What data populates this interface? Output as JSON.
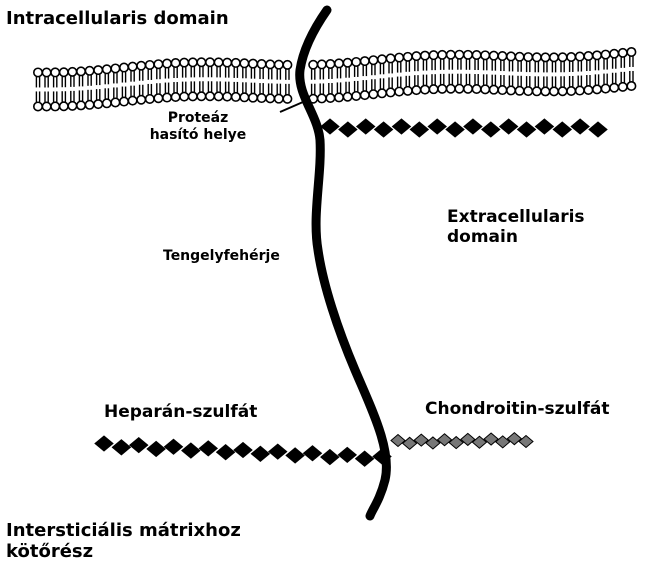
{
  "labels": {
    "intracellular_domain": "Intracellularis domain",
    "protease_site_line1": "Proteáz",
    "protease_site_line2": "hasító helye",
    "extracellular_domain_line1": "Extracellularis",
    "extracellular_domain_line2": "domain",
    "core_protein": "Tengelyfehérje",
    "heparan_sulfate": "Heparán-szulfát",
    "chondroitin_sulfate": "Chondroitin-szulfát",
    "matrix_binding_line1": "Intersticiális mátrixhoz",
    "matrix_binding_line2": "kötőrész"
  },
  "colors": {
    "ink": "#000000",
    "background": "#ffffff",
    "chondroitin_bead": "#777777"
  }
}
